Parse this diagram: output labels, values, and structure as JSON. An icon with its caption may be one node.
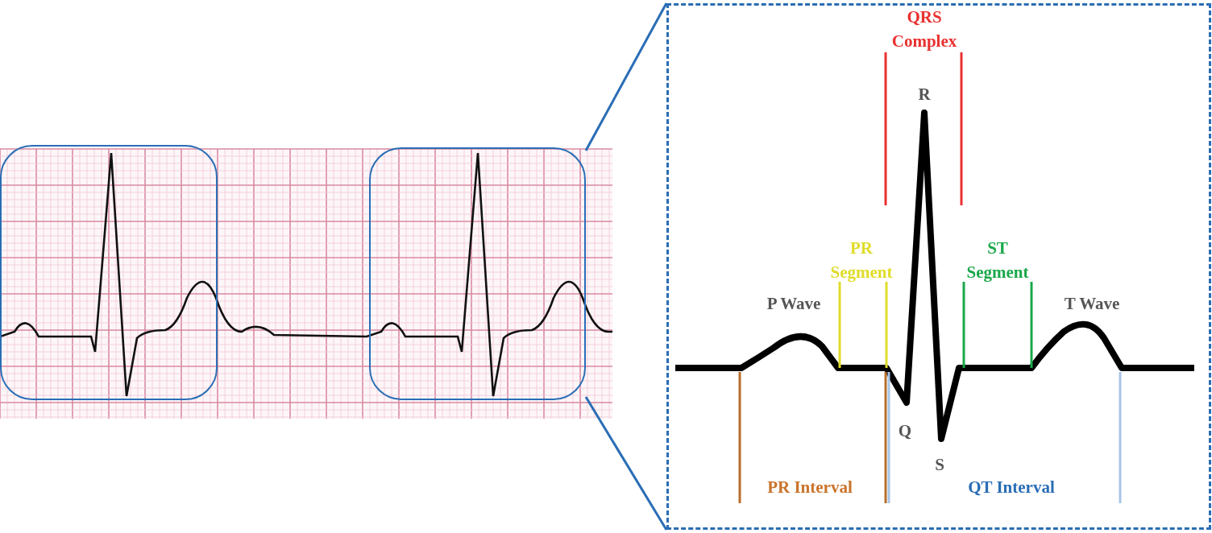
{
  "diagram": {
    "nodes": [
      {
        "text": [],
        "shape": "box"
      },
      {
        "text": [],
        "shape": "box"
      },
      {
        "text": [],
        "shape": "box"
      }
    ],
    "edges": [
      {
        "from": 1,
        "to": 2,
        "arrow": "none"
      },
      {
        "from": 1,
        "to": 2,
        "arrow": "none"
      }
    ],
    "labels": [
      "QRS Complex",
      "R",
      "PR Segment",
      "ST Segment",
      "P Wave",
      "T Wave",
      "Q",
      "S",
      "PR Interval",
      "QT Interval"
    ]
  }
}
